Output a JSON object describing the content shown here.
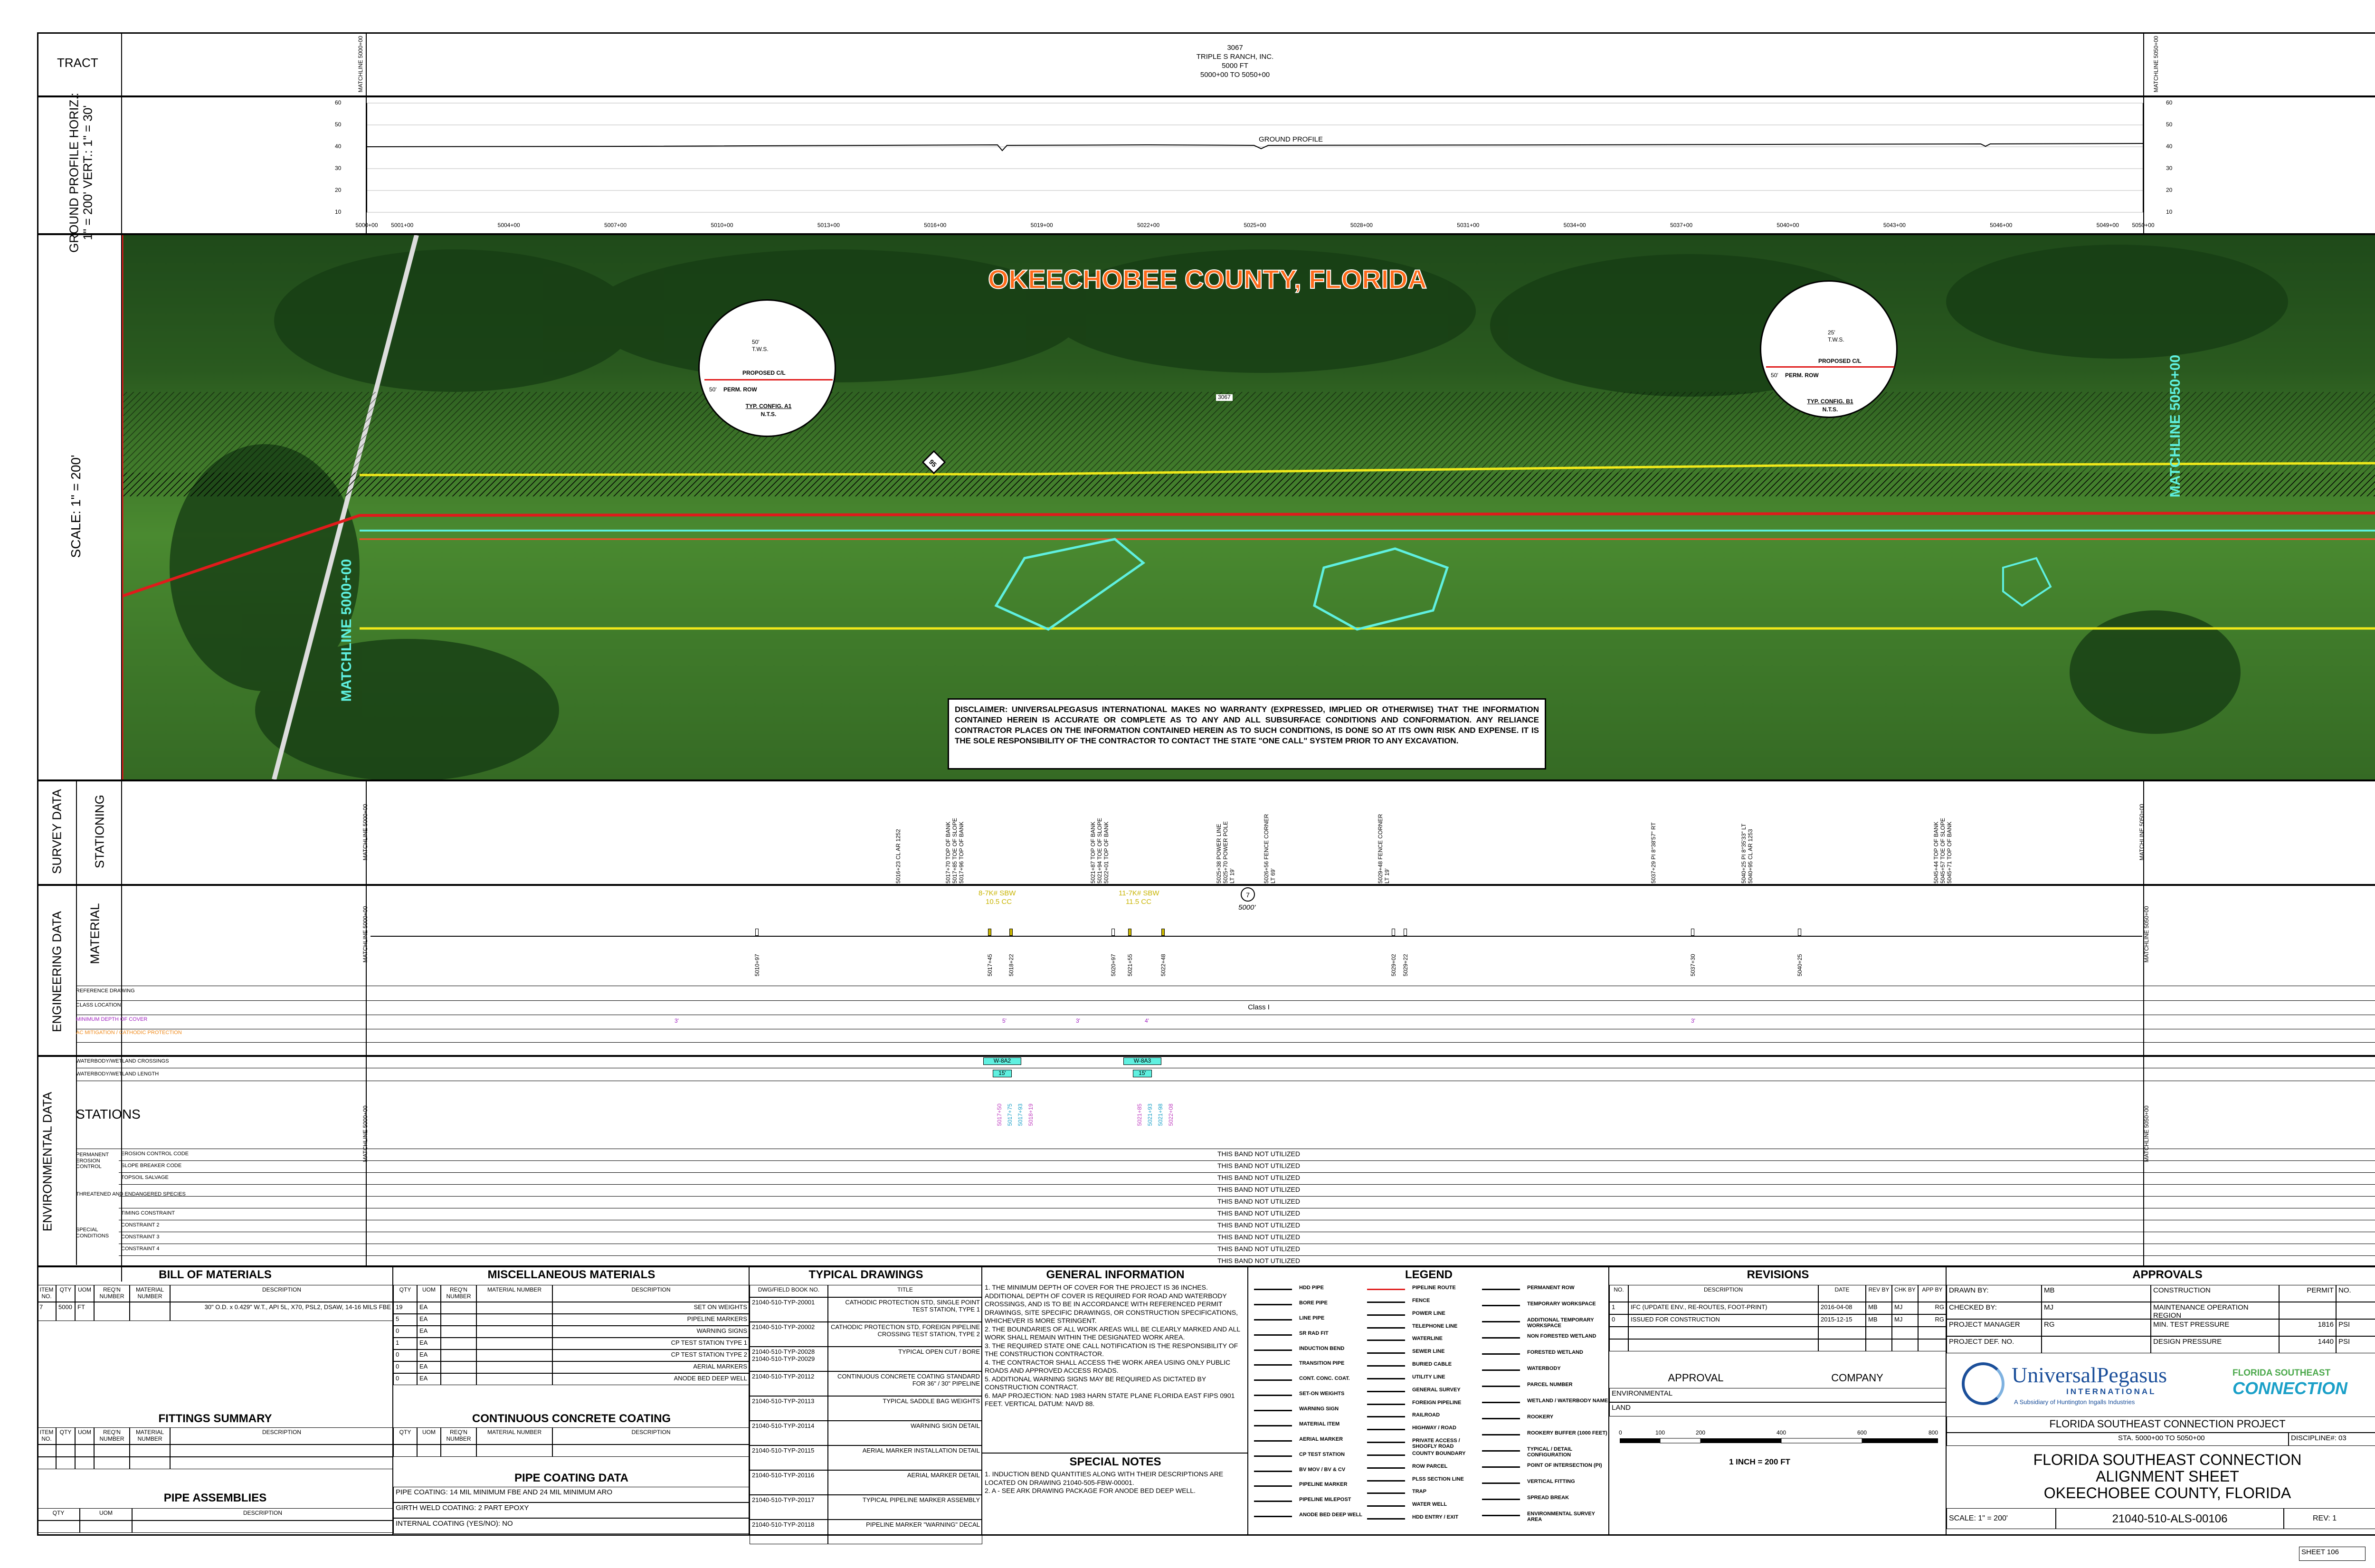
{
  "tract": {
    "label": "TRACT",
    "parcel": "3067",
    "owner": "TRIPLE S RANCH, INC.",
    "length": "5000 FT",
    "range": "5000+00 TO 5050+00",
    "matchline_left": "MATCHLINE 5000+00",
    "matchline_right": "MATCHLINE 5050+00"
  },
  "ground_profile": {
    "side_label": "GROUND PROFILE HORIZ.: 1\" = 200' VERT.: 1\" = 30'",
    "elev_ticks": [
      "60",
      "50",
      "40",
      "30",
      "20",
      "10"
    ],
    "curve_label": "GROUND PROFILE",
    "stations": [
      "5000+00",
      "5001+00",
      "5004+00",
      "5007+00",
      "5010+00",
      "5013+00",
      "5016+00",
      "5019+00",
      "5022+00",
      "5025+00",
      "5028+00",
      "5031+00",
      "5034+00",
      "5037+00",
      "5040+00",
      "5043+00",
      "5046+00",
      "5049+00",
      "5050+00"
    ]
  },
  "aerial": {
    "scale_label": "SCALE: 1\" = 200'",
    "county_title": "OKEECHOBEE COUNTY, FLORIDA",
    "config_a1": {
      "title": "TYP. CONFIG. A1",
      "nts": "N.T.S.",
      "c1": "50'",
      "c2": "T.W.S.",
      "c3": "PROPOSED C/L",
      "c4": "50'",
      "c5": "PERM. ROW"
    },
    "config_b1": {
      "title": "TYP. CONFIG. B1",
      "nts": "N.T.S.",
      "c1": "25'",
      "c2": "T.W.S.",
      "c3": "PROPOSED C/L",
      "c4": "50'",
      "c5": "PERM. ROW"
    },
    "matchline_left": "MATCHLINE 5000+00",
    "matchline_right": "MATCHLINE 5050+00",
    "parcel_tag": "3067",
    "road_marker": "95",
    "disclaimer": "DISCLAIMER: UNIVERSALPEGASUS INTERNATIONAL MAKES NO WARRANTY (EXPRESSED, IMPLIED OR OTHERWISE) THAT THE INFORMATION CONTAINED HEREIN IS ACCURATE OR COMPLETE AS TO ANY AND ALL SUBSURFACE CONDITIONS AND CONFORMATION. ANY RELIANCE CONTRACTOR PLACES ON THE INFORMATION CONTAINED HEREIN AS TO SUCH CONDITIONS, IS DONE SO AT ITS OWN RISK AND EXPENSE. IT IS THE SOLE RESPONSIBILITY OF THE CONTRACTOR TO CONTACT THE STATE \"ONE CALL\" SYSTEM PRIOR TO ANY EXCAVATION."
  },
  "survey": {
    "group_label": "SURVEY DATA",
    "row_label": "STATIONING",
    "matchline_left": "MATCHLINE 5000+00",
    "matchline_right": "MATCHLINE 5050+00",
    "entries": [
      "5016+23 CL AR 1252",
      "5017+70 TOP OF BANK\n5017+85 TOE OF SLOPE\n5017+96 TOP OF BANK",
      "5021+87 TOP OF BANK\n5021+94 TOE OF SLOPE\n5022+01 TOP OF BANK",
      "5025+38 POWER LINE\n5025+70 POWER POLE\nLT 19'",
      "5026+56 FENCE CORNER\nLT 69'",
      "5029+48 FENCE CORNER\nLT 19'",
      "5037+29 PI 8°38'57\" RT",
      "5040+25 PI 8°35'33\" LT\n5040+95 CL AR 1253",
      "5045+44 TOP OF BANK\n5045+57 TOE OF SLOPE\n5045+71 TOP OF BANK"
    ]
  },
  "engineering": {
    "group_label": "ENGINEERING DATA",
    "row_label": "MATERIAL",
    "matchline_left": "MATCHLINE 5000+00",
    "matchline_right": "MATCHLINE 5050+00",
    "sbw1": {
      "line1": "8-7K# SBW",
      "line2": "10.5 CC"
    },
    "sbw2": {
      "line1": "11-7K# SBW",
      "line2": "11.5 CC"
    },
    "item_no": "7",
    "item_len": "5000'",
    "stations": [
      "5010+97",
      "5017+45",
      "5018+22",
      "5020+97",
      "5021+55",
      "5022+48",
      "5029+02",
      "5029+22",
      "5037+30",
      "5040+25"
    ],
    "bands": [
      {
        "label": "REFERENCE DRAWING",
        "value": ""
      },
      {
        "label": "CLASS LOCATION",
        "value": "Class I"
      },
      {
        "label": "MINIMUM DEPTH OF COVER",
        "value": ""
      },
      {
        "label": "AC MITIGATION / CATHODIC PROTECTION",
        "value": ""
      }
    ],
    "depth_values": [
      "3'",
      "5'",
      "3'",
      "4'",
      "3'"
    ]
  },
  "environmental": {
    "group_label": "ENVIRONMENTAL DATA",
    "stations_label": "STATIONS",
    "matchline_left": "MATCHLINE 5000+00",
    "matchline_right": "MATCHLINE 5050+00",
    "crossings_label": "WATERBODY/WETLAND CROSSINGS",
    "length_label": "WATERBODY/WETLAND LENGTH",
    "crossing1": "W-8A2",
    "crossing1_len": "15'",
    "crossing2": "W-8A3",
    "crossing2_len": "15'",
    "station_group1": [
      "5017+50",
      "5017+75",
      "5017+93",
      "5018+19"
    ],
    "station_group2": [
      "5021+85",
      "5021+93",
      "5021+98",
      "5022+08"
    ],
    "perm_label": "PERMANENT EROSION CONTROL",
    "sub_labels": [
      "EROSION CONTROL CODE",
      "SLOPE BREAKER CODE",
      "TOPSOIL SALVAGE"
    ],
    "threat_label": "THREATENED AND ENDANGERED SPECIES",
    "special_label": "SPECIAL CONDITIONS",
    "constraints": [
      "TIMING CONSTRAINT",
      "CONSTRAINT 2",
      "CONSTRAINT 3",
      "CONSTRAINT 4"
    ],
    "not_utilized": "THIS BAND NOT UTILIZED"
  },
  "bom": {
    "title": "BILL OF MATERIALS",
    "headers": [
      "ITEM NO.",
      "QTY",
      "UOM",
      "REQ'N NUMBER",
      "MATERIAL NUMBER",
      "DESCRIPTION"
    ],
    "rows": [
      [
        "7",
        "5000",
        "FT",
        "",
        "",
        "30\" O.D. x 0.429\" W.T., API 5L, X70, PSL2, DSAW, 14-16 MILS FBE"
      ]
    ],
    "fittings_title": "FITTINGS SUMMARY",
    "fittings_headers": [
      "ITEM NO.",
      "QTY",
      "UOM",
      "REQ'N NUMBER",
      "MATERIAL NUMBER",
      "DESCRIPTION"
    ],
    "pipe_title": "PIPE ASSEMBLIES",
    "pipe_headers": [
      "QTY",
      "UOM",
      "DESCRIPTION"
    ]
  },
  "misc": {
    "title": "MISCELLANEOUS MATERIALS",
    "headers": [
      "QTY",
      "UOM",
      "REQ'N NUMBER",
      "MATERIAL NUMBER",
      "DESCRIPTION"
    ],
    "rows": [
      [
        "19",
        "EA",
        "",
        "",
        "SET ON WEIGHTS"
      ],
      [
        "5",
        "EA",
        "",
        "",
        "PIPELINE MARKERS"
      ],
      [
        "0",
        "EA",
        "",
        "",
        "WARNING SIGNS"
      ],
      [
        "1",
        "EA",
        "",
        "",
        "CP TEST STATION TYPE 1"
      ],
      [
        "0",
        "EA",
        "",
        "",
        "CP TEST STATION TYPE 2"
      ],
      [
        "0",
        "EA",
        "",
        "",
        "AERIAL MARKERS"
      ],
      [
        "0",
        "EA",
        "",
        "",
        "ANODE BED DEEP WELL"
      ]
    ],
    "concrete_title": "CONTINUOUS CONCRETE COATING",
    "concrete_headers": [
      "QTY",
      "UOM",
      "REQ'N NUMBER",
      "MATERIAL NUMBER",
      "DESCRIPTION"
    ],
    "coating_title": "PIPE COATING DATA",
    "coating_lines": [
      "PIPE COATING: 14 MIL MINIMUM FBE AND 24 MIL MINIMUM ARO",
      "GIRTH WELD COATING: 2 PART EPOXY",
      "INTERNAL COATING (YES/NO): NO"
    ]
  },
  "typical": {
    "title": "TYPICAL DRAWINGS",
    "headers": [
      "DWG/FIELD BOOK NO.",
      "TITLE"
    ],
    "rows": [
      [
        "21040-510-TYP-20001",
        "CATHODIC PROTECTION STD, SINGLE POINT TEST STATION, TYPE 1"
      ],
      [
        "21040-510-TYP-20002",
        "CATHODIC PROTECTION STD, FOREIGN PIPELINE CROSSING TEST STATION, TYPE 2"
      ],
      [
        "21040-510-TYP-20028\n21040-510-TYP-20029",
        "TYPICAL OPEN CUT / BORE"
      ],
      [
        "21040-510-TYP-20112",
        "CONTINUOUS CONCRETE COATING STANDARD FOR 36\" / 30\" PIPELINE"
      ],
      [
        "21040-510-TYP-20113",
        "TYPICAL SADDLE BAG WEIGHTS"
      ],
      [
        "21040-510-TYP-20114",
        "WARNING SIGN DETAIL"
      ],
      [
        "21040-510-TYP-20115",
        "AERIAL MARKER INSTALLATION DETAIL"
      ],
      [
        "21040-510-TYP-20116",
        "AERIAL MARKER DETAIL"
      ],
      [
        "21040-510-TYP-20117",
        "TYPICAL PIPELINE MARKER ASSEMBLY"
      ],
      [
        "21040-510-TYP-20118",
        "PIPELINE MARKER \"WARNING\" DECAL"
      ]
    ]
  },
  "general": {
    "title": "GENERAL INFORMATION",
    "text": "1. THE MINIMUM DEPTH OF COVER FOR THE PROJECT IS 36 INCHES. ADDITIONAL DEPTH OF COVER IS REQUIRED FOR ROAD AND WATERBODY CROSSINGS, AND IS TO BE IN ACCORDANCE WITH REFERENCED PERMIT DRAWINGS, SITE SPECIFIC DRAWINGS, OR CONSTRUCTION SPECIFICATIONS, WHICHEVER IS MORE STRINGENT.\n2. THE BOUNDARIES OF ALL WORK AREAS WILL BE CLEARLY MARKED AND ALL WORK SHALL REMAIN WITHIN THE DESIGNATED WORK AREA.\n3. THE REQUIRED STATE ONE CALL NOTIFICATION IS THE RESPONSIBILITY OF THE CONSTRUCTION CONTRACTOR.\n4. THE CONTRACTOR SHALL ACCESS THE WORK AREA USING ONLY PUBLIC ROADS AND APPROVED ACCESS ROADS.\n5. ADDITIONAL WARNING SIGNS MAY BE REQUIRED AS DICTATED BY CONSTRUCTION CONTRACT.\n6. MAP PROJECTION: NAD 1983 HARN STATE PLANE FLORIDA EAST FIPS 0901 FEET. VERTICAL DATUM: NAVD 88.",
    "special_title": "SPECIAL NOTES",
    "special_text": "1. INDUCTION BEND QUANTITIES ALONG WITH THEIR DESCRIPTIONS ARE LOCATED ON DRAWING 21040-505-FBW-00001.\n2. A - SEE ARK DRAWING PACKAGE FOR ANODE BED DEEP WELL."
  },
  "legend": {
    "title": "LEGEND",
    "col1": [
      "HDD PIPE",
      "BORE PIPE",
      "LINE PIPE",
      "SR RAD FIT",
      "INDUCTION BEND",
      "TRANSITION PIPE",
      "CONT. CONC. COAT.",
      "SET-ON WEIGHTS",
      "WARNING SIGN",
      "MATERIAL ITEM",
      "AERIAL MARKER",
      "CP TEST STATION",
      "BV MOV / BV & CV",
      "PIPELINE MARKER",
      "PIPELINE MILEPOST",
      "ANODE BED DEEP WELL"
    ],
    "col2": [
      "PIPELINE ROUTE",
      "FENCE",
      "POWER LINE",
      "TELEPHONE LINE",
      "WATERLINE",
      "SEWER LINE",
      "BURIED CABLE",
      "UTILITY LINE",
      "GENERAL SURVEY",
      "FOREIGN PIPELINE",
      "RAILROAD",
      "HIGHWAY / ROAD",
      "PRIVATE ACCESS / SHOOFLY ROAD",
      "COUNTY BOUNDARY",
      "ROW PARCEL",
      "PLSS SECTION LINE",
      "TRAP",
      "WATER WELL",
      "HDD ENTRY / EXIT"
    ],
    "col3": [
      "PERMANENT ROW",
      "TEMPORARY WORKSPACE",
      "ADDITIONAL TEMPORARY WORKSPACE",
      "NON FORESTED WETLAND",
      "FORESTED WETLAND",
      "WATERBODY",
      "PARCEL NUMBER",
      "WETLAND / WATERBODY NAME",
      "ROOKERY",
      "ROOKERY BUFFER (1000 FEET)",
      "TYPICAL / DETAIL CONFIGURATION",
      "POINT OF INTERSECTION (PI)",
      "VERTICAL FITTING",
      "SPREAD BREAK",
      "ENVIRONMENTAL SURVEY AREA"
    ]
  },
  "revisions": {
    "title": "REVISIONS",
    "headers": [
      "NO.",
      "DESCRIPTION",
      "DATE",
      "REV BY",
      "CHK BY",
      "APP BY"
    ],
    "rows": [
      [
        "1",
        "IFC (UPDATE ENV., RE-ROUTES, FOOT-PRINT)",
        "2016-04-08",
        "MB",
        "MJ",
        "RG"
      ],
      [
        "0",
        "ISSUED FOR CONSTRUCTION",
        "2015-12-15",
        "MB",
        "MJ",
        "RG"
      ]
    ],
    "approval_label": "APPROVAL",
    "company_label": "COMPANY",
    "approval_rows": [
      "ENVIRONMENTAL",
      "LAND"
    ],
    "scale_ticks": [
      "0",
      "100",
      "200",
      "400",
      "600",
      "800"
    ],
    "scale_text": "1 INCH = 200 FT"
  },
  "approvals": {
    "title": "APPROVALS",
    "left_rows": [
      [
        "DRAWN BY:",
        "MB"
      ],
      [
        "CHECKED BY:",
        "MJ"
      ],
      [
        "PROJECT MANAGER",
        "RG"
      ],
      [
        "PROJECT DEF. NO.",
        ""
      ]
    ],
    "right_rows": [
      [
        "CONSTRUCTION",
        "PERMIT",
        "NO."
      ],
      [
        "MAINTENANCE OPERATION REGION",
        "",
        ""
      ],
      [
        "MIN. TEST PRESSURE",
        "1816",
        "PSI"
      ],
      [
        "DESIGN PRESSURE",
        "1440",
        "PSI"
      ]
    ],
    "logo1_main": "UniversalPegasus",
    "logo1_sub": "INTERNATIONAL",
    "logo1_tag": "A Subsidiary of Huntington Ingalls Industries",
    "logo2_top": "FLORIDA SOUTHEAST",
    "logo2_main": "CONNECTION",
    "project": "FLORIDA SOUTHEAST CONNECTION PROJECT",
    "sta": "STA.   5000+00   TO   5050+00",
    "discipline": "DISCIPLINE#: 03",
    "title1": "FLORIDA SOUTHEAST CONNECTION",
    "title2": "ALIGNMENT SHEET",
    "title3": "OKEECHOBEE COUNTY, FLORIDA",
    "scale": "SCALE: 1\" = 200'",
    "dwg_no": "21040-510-ALS-00106",
    "rev": "REV:  1",
    "sheet": "SHEET 106"
  },
  "colors": {
    "route": "#e01b1b",
    "row": "#f0e81a",
    "wetland": "#5ff0e0",
    "county_title": "#ff6a1a",
    "grass": "#3f7a2a",
    "forest": "#1f4a1a"
  }
}
